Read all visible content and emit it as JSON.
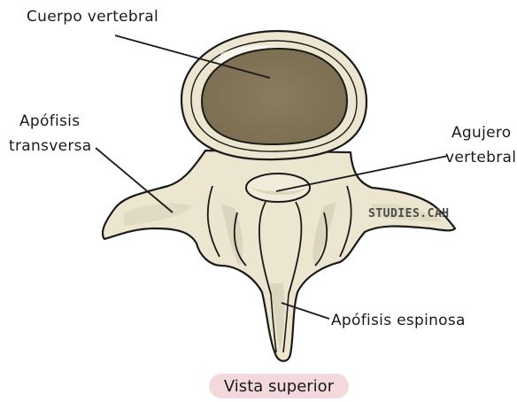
{
  "labels": {
    "cuerpo_vertebral": "Cuerpo vertebral",
    "apofisis_transversa_line1": "Apófisis",
    "apofisis_transversa_line2": "transversa",
    "agujero_vertebral_line1": "Agujero",
    "agujero_vertebral_line2": "vertebral",
    "apofisis_espinosa": "Apófisis espinosa"
  },
  "watermark": "STUDIES.CAH",
  "caption": "Vista superior",
  "colors": {
    "bone": "#ece5cf",
    "bone_shadow": "#d8d0b6",
    "body_center": "#8a7c5e",
    "outline": "#1a1a1a",
    "caption_bg": "#f3d9dc"
  }
}
